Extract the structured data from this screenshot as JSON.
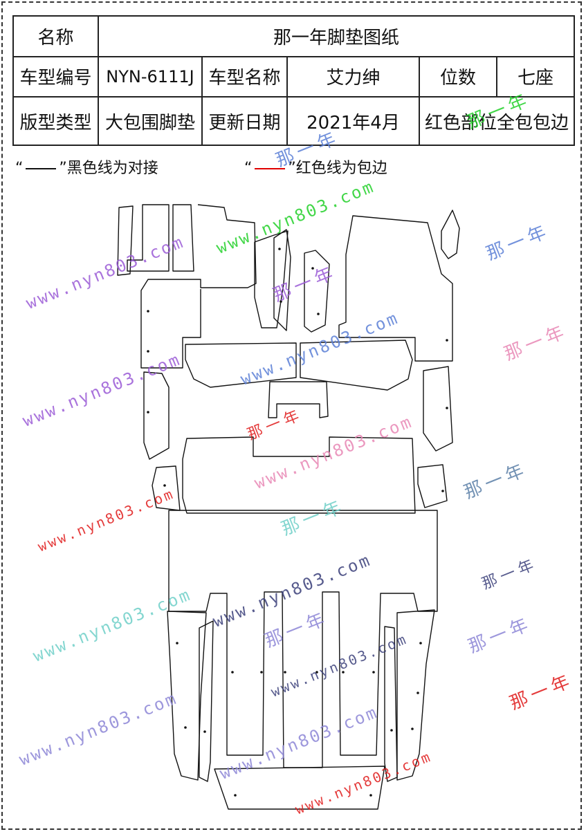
{
  "table": {
    "title_label": "名称",
    "title_value": "那一年脚垫图纸",
    "model_code_label": "车型编号",
    "model_code_value": "NYN-6111J",
    "model_name_label": "车型名称",
    "model_name_value": "艾力绅",
    "seats_label": "位数",
    "seats_value": "七座",
    "pattern_type_label": "版型类型",
    "pattern_type_value": "大包围脚垫",
    "update_label": "更新日期",
    "update_value": "2021年4月",
    "note_value": "红色部位全包包边"
  },
  "legend": {
    "black_prefix": "“",
    "black_text": "”黑色线为对接",
    "red_prefix": "“",
    "red_text": "”红色线为包边"
  },
  "colors": {
    "outline": "#111111",
    "edge_red": "#e00000",
    "wm_purple": "#9b5bd6",
    "wm_green": "#23d12a",
    "wm_blue": "#5b7fd6",
    "wm_pink": "#e887b5",
    "wm_red": "#e01a1a",
    "wm_teal": "#6fd0c8",
    "wm_navy": "#3a3f7a"
  },
  "watermarks": {
    "url": "www.nyn803.com",
    "brand": "那一年"
  }
}
